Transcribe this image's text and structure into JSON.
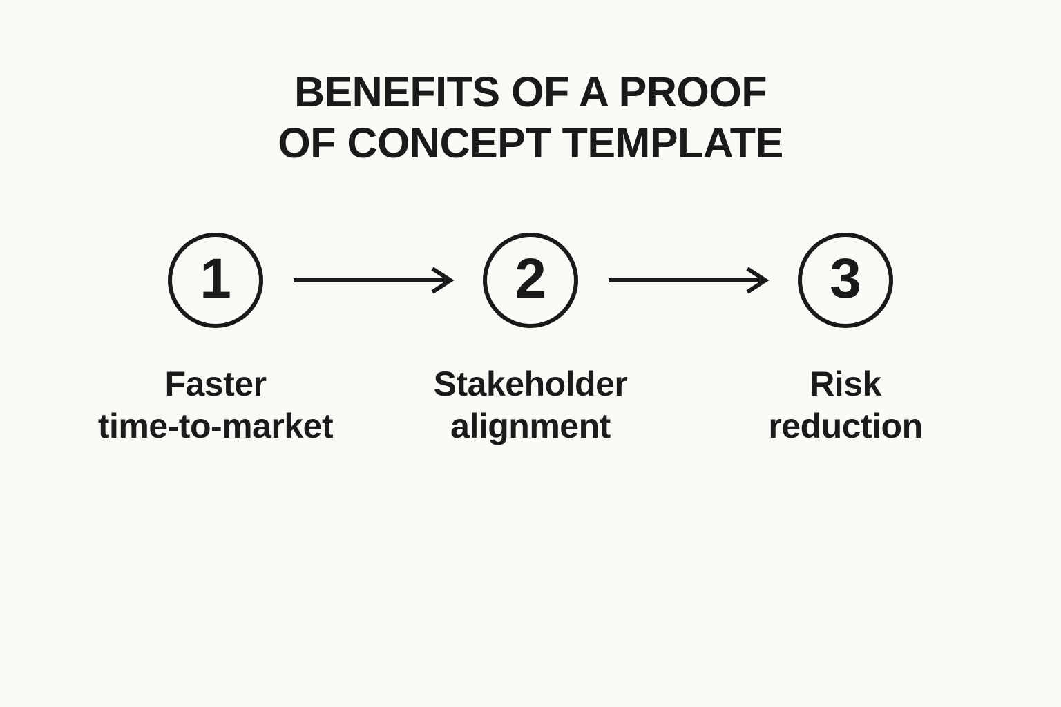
{
  "title": {
    "line1": "BENEFITS OF A PROOF",
    "line2": "OF CONCEPT TEMPLATE"
  },
  "steps": [
    {
      "number": "1",
      "label_line1": "Faster",
      "label_line2": "time-to-market"
    },
    {
      "number": "2",
      "label_line1": "Stakeholder",
      "label_line2": "alignment"
    },
    {
      "number": "3",
      "label_line1": "Risk",
      "label_line2": "reduction"
    }
  ],
  "colors": {
    "background": "#faf9f6",
    "ink": "#1a1a1a"
  }
}
